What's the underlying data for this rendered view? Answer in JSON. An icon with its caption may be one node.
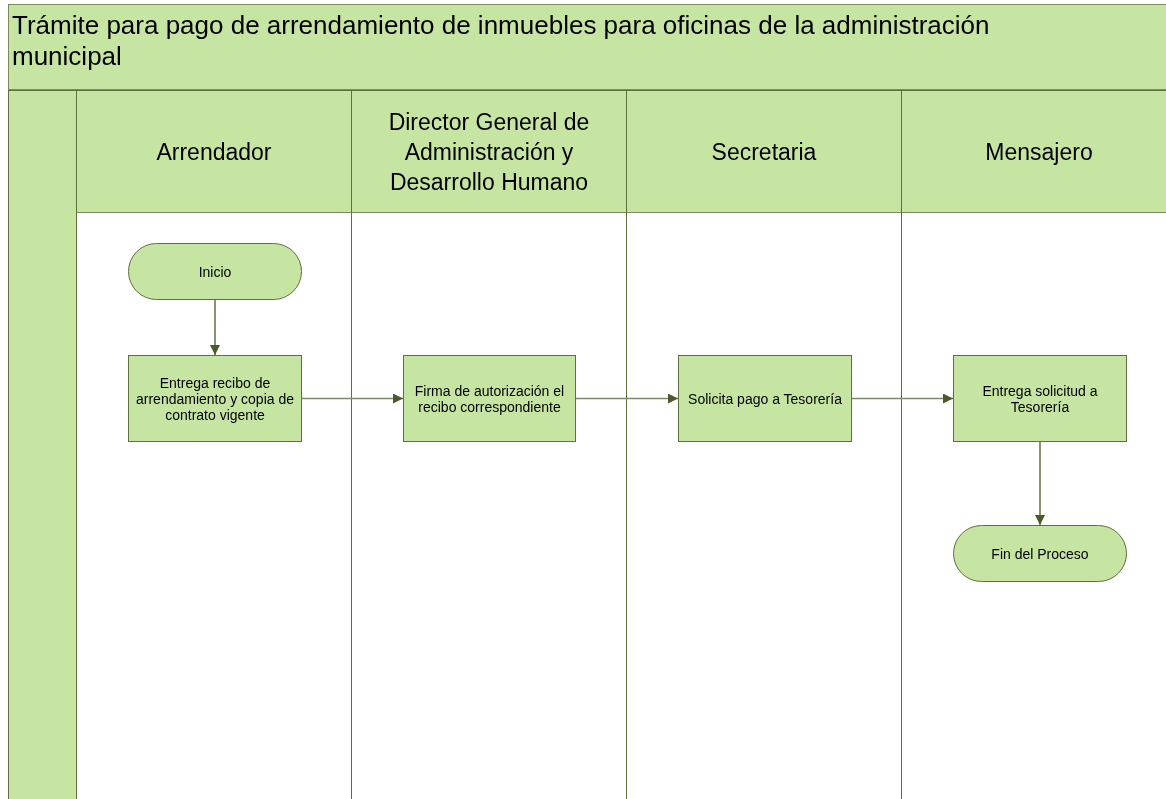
{
  "diagram": {
    "title": "Trámite para pago de arrendamiento de inmuebles para oficinas de la administración municipal",
    "nodes": [
      {
        "text": [
          "Arrendador"
        ]
      },
      {
        "text": [
          "Director General de Administración y Desarrollo Humano"
        ]
      },
      {
        "text": [
          "Secretaria"
        ]
      },
      {
        "text": [
          "Mensajero"
        ]
      },
      {
        "text": [
          "Inicio"
        ],
        "in": 0
      },
      {
        "text": [
          "Entrega recibo de arrendamiento y copia de contrato vigente"
        ],
        "in": 0
      },
      {
        "text": [
          "Firma de autorización el recibo correspondiente"
        ],
        "in": 1
      },
      {
        "text": [
          "Solicita pago a Tesorería"
        ],
        "in": 2
      },
      {
        "text": [
          "Entrega solicitud a Tesorería"
        ],
        "in": 3
      },
      {
        "text": [
          "Fin del Proceso"
        ],
        "in": 3
      }
    ],
    "edges": [
      {
        "from": 4,
        "to": 5,
        "arrow": "to"
      },
      {
        "from": 5,
        "to": 6,
        "arrow": "to"
      },
      {
        "from": 6,
        "to": 7,
        "arrow": "to"
      },
      {
        "from": 7,
        "to": 8,
        "arrow": "to"
      },
      {
        "from": 8,
        "to": 9,
        "arrow": "to"
      }
    ]
  }
}
